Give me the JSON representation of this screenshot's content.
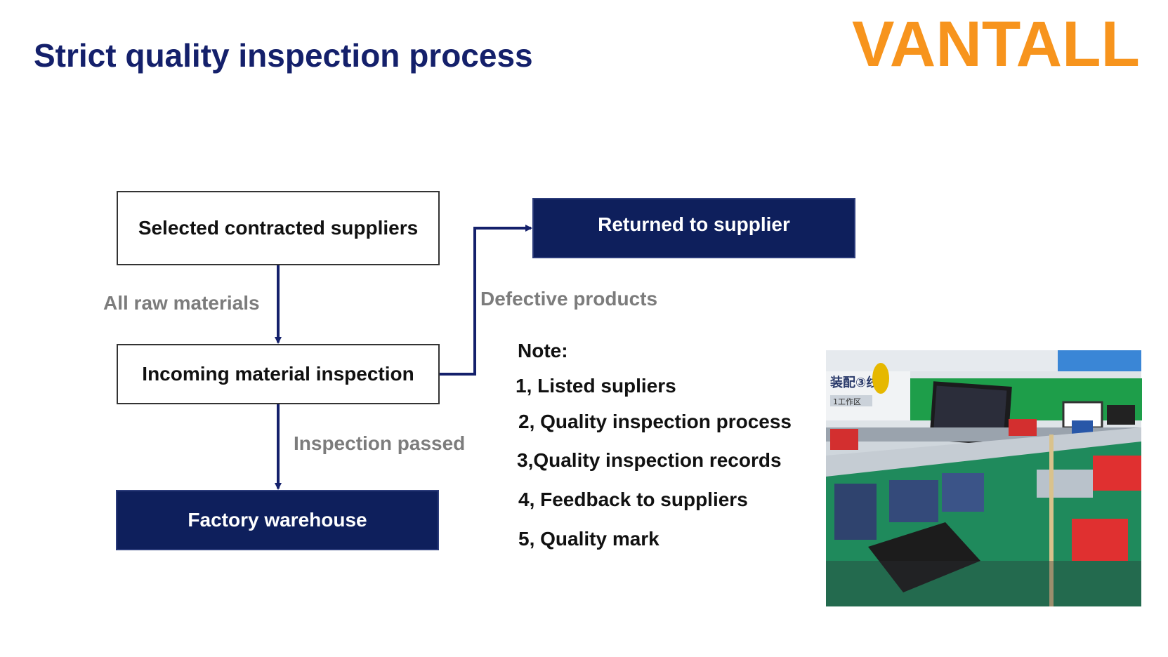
{
  "title": "Strict quality inspection process",
  "logo": {
    "text": "VANTALL",
    "color": "#f7941d"
  },
  "flow": {
    "nodes": {
      "suppliers": "Selected contracted suppliers",
      "inspection": "Incoming material inspection",
      "returned": "Returned to supplier",
      "warehouse": "Factory warehouse"
    },
    "edges": {
      "raw": "All raw materials",
      "defective": "Defective products",
      "passed": "Inspection passed"
    },
    "colors": {
      "navy": "#0e1f5c",
      "line": "#14206b",
      "label": "#7c7c7c"
    }
  },
  "notes": {
    "heading": "Note:",
    "items": [
      "1, Listed supliers",
      "2, Quality inspection process",
      "3,Quality inspection records",
      "4, Feedback to suppliers",
      "5, Quality mark"
    ]
  },
  "photo": {
    "sign_text": "装配③线",
    "tag_text": "1工作区"
  }
}
